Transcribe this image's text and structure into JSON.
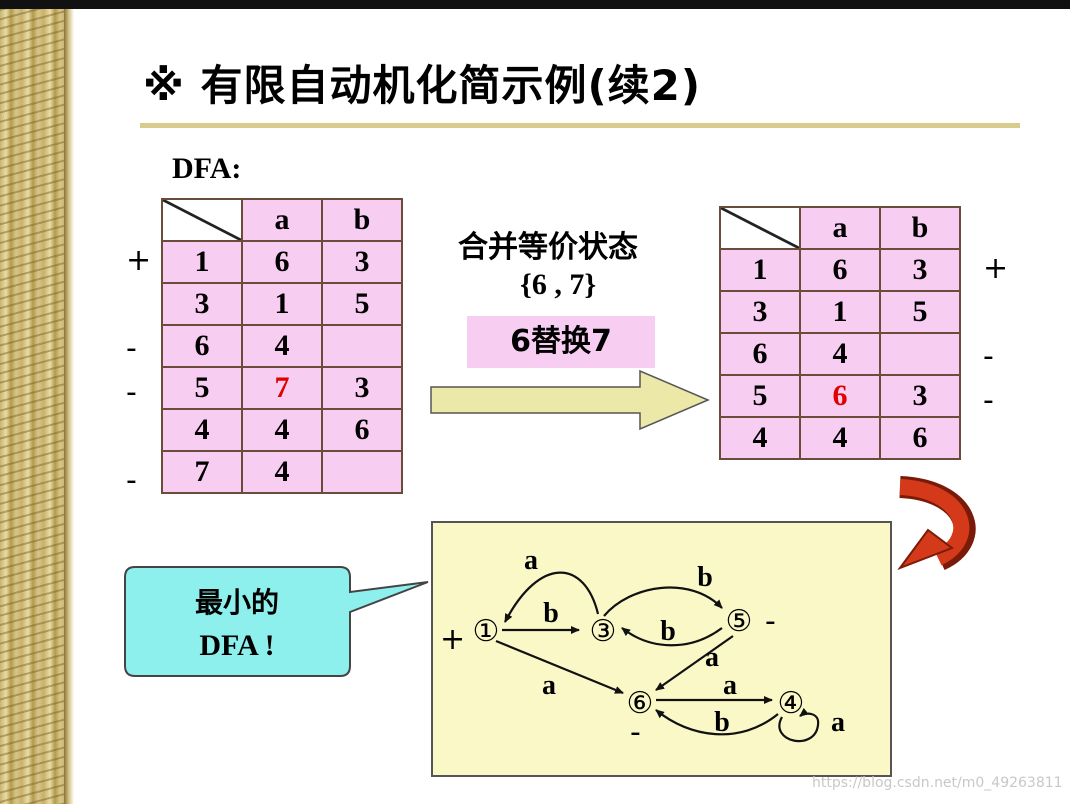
{
  "title": "※ 有限自动机化简示例(续2)",
  "dfa_label": "DFA:",
  "table_header": {
    "a": "a",
    "b": "b"
  },
  "left_table": {
    "rows": [
      {
        "state": "1",
        "a": "6",
        "b": "3"
      },
      {
        "state": "3",
        "a": "1",
        "b": "5"
      },
      {
        "state": "6",
        "a": "4",
        "b": ""
      },
      {
        "state": "5",
        "a": "7",
        "b": "3"
      },
      {
        "state": "4",
        "a": "4",
        "b": "6"
      },
      {
        "state": "7",
        "a": "4",
        "b": ""
      }
    ],
    "marks": [
      "+",
      "",
      "-",
      "-",
      "",
      "-"
    ]
  },
  "merge": {
    "title": "合并等价状态",
    "set": "{6 , 7}",
    "replace": "6替换7"
  },
  "right_table": {
    "rows": [
      {
        "state": "1",
        "a": "6",
        "b": "3"
      },
      {
        "state": "3",
        "a": "1",
        "b": "5"
      },
      {
        "state": "6",
        "a": "4",
        "b": ""
      },
      {
        "state": "5",
        "a": "6",
        "b": "3"
      },
      {
        "state": "4",
        "a": "4",
        "b": "6"
      }
    ],
    "marks": [
      "+",
      "",
      "-",
      "-",
      ""
    ]
  },
  "callout": {
    "line1": "最小的",
    "line2": "DFA !"
  },
  "graph": {
    "states": [
      "①",
      "③",
      "⑤",
      "⑥",
      "④"
    ],
    "start_mark": "+",
    "final_marks": {
      "s5": "-",
      "s6": "-"
    },
    "edge_labels": {
      "s3_to_s1": "a",
      "s1_to_s3": "b",
      "s3_to_s5": "b",
      "s5_to_s3": "b",
      "s5_to_s6": "a",
      "s1_to_s6": "a",
      "s6_to_s4": "a",
      "s4_to_s6": "b",
      "s4_loop": "a"
    }
  },
  "watermark": "https://blog.csdn.net/m0_49263811",
  "colors": {
    "table_fill": "#f7cdf2",
    "highlight": "#e00000",
    "callout": "#8ef0ec",
    "panel": "#fbf8c8",
    "arrow": "#ece9a8",
    "curved_arrow": "#d43a1a"
  }
}
